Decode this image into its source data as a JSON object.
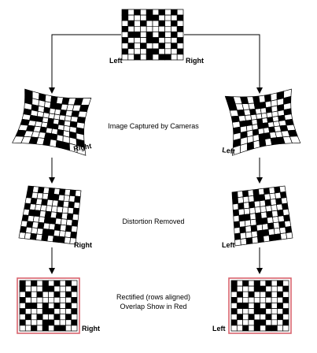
{
  "source_pattern": {
    "left_label": "Left",
    "right_label": "Right",
    "grid_rows": [
      "1010101010",
      "1000110001",
      "0101001010",
      "1000000001",
      "0110101010",
      "1000110001",
      "0101001010",
      "1000110001",
      "0010101100"
    ]
  },
  "stages": [
    {
      "caption": [
        "Image Captured by Cameras"
      ],
      "left_label": "Left",
      "right_label": "Right"
    },
    {
      "caption": [
        "Distortion Removed"
      ],
      "left_label": "Left",
      "right_label": "Right"
    },
    {
      "caption": [
        "Rectified (rows aligned)",
        "Overlap Show in Red"
      ],
      "left_label": "Left",
      "right_label": "Right"
    }
  ],
  "colors": {
    "grid_line": "#000000",
    "cell_fill": "#000000",
    "rectified_border": "#d9646e",
    "background": "#ffffff"
  }
}
